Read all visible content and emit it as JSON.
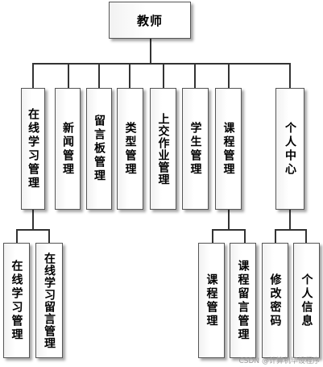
{
  "root": {
    "label": "教师"
  },
  "level1": [
    {
      "id": "online",
      "label": "在线学习管理"
    },
    {
      "id": "news",
      "label": "新闻管理"
    },
    {
      "id": "board",
      "label": "留言板管理"
    },
    {
      "id": "type",
      "label": "类型管理"
    },
    {
      "id": "homework",
      "label": "上交作业管理"
    },
    {
      "id": "student",
      "label": "学生管理"
    },
    {
      "id": "course",
      "label": "课程管理"
    },
    {
      "id": "personal",
      "label": "个人中心"
    }
  ],
  "level2": {
    "online": [
      {
        "label": "在线学习管理"
      },
      {
        "label": "在线学习留言管理"
      }
    ],
    "course": [
      {
        "label": "课程管理"
      },
      {
        "label": "课程留言管理"
      }
    ],
    "personal": [
      {
        "label": "修改密码"
      },
      {
        "label": "个人信息"
      }
    ]
  },
  "watermark": "CSDN @计算机毕设程序"
}
